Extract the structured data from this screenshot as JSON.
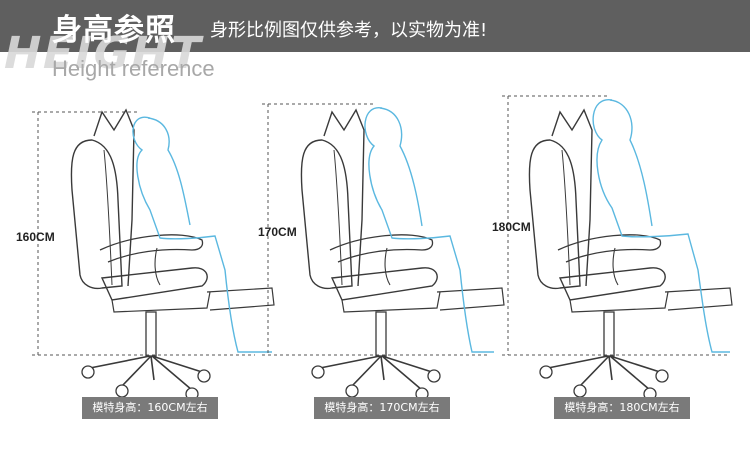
{
  "header": {
    "ghost_text": "HEIGHT",
    "title": "身高参照",
    "subtitle": "身形比例图仅供参考，以实物为准!",
    "subtitle_en": "Height reference"
  },
  "panels": [
    {
      "height_label": "160CM",
      "caption": "模特身高：160CM左右"
    },
    {
      "height_label": "170CM",
      "caption": "模特身高：170CM左右"
    },
    {
      "height_label": "180CM",
      "caption": "模特身高：180CM左右"
    }
  ],
  "colors": {
    "header_bg": "#5f5f5f",
    "chair_stroke": "#3a3a3a",
    "body_stroke": "#5bb8e0",
    "caption_bg": "#7a7a7a"
  }
}
